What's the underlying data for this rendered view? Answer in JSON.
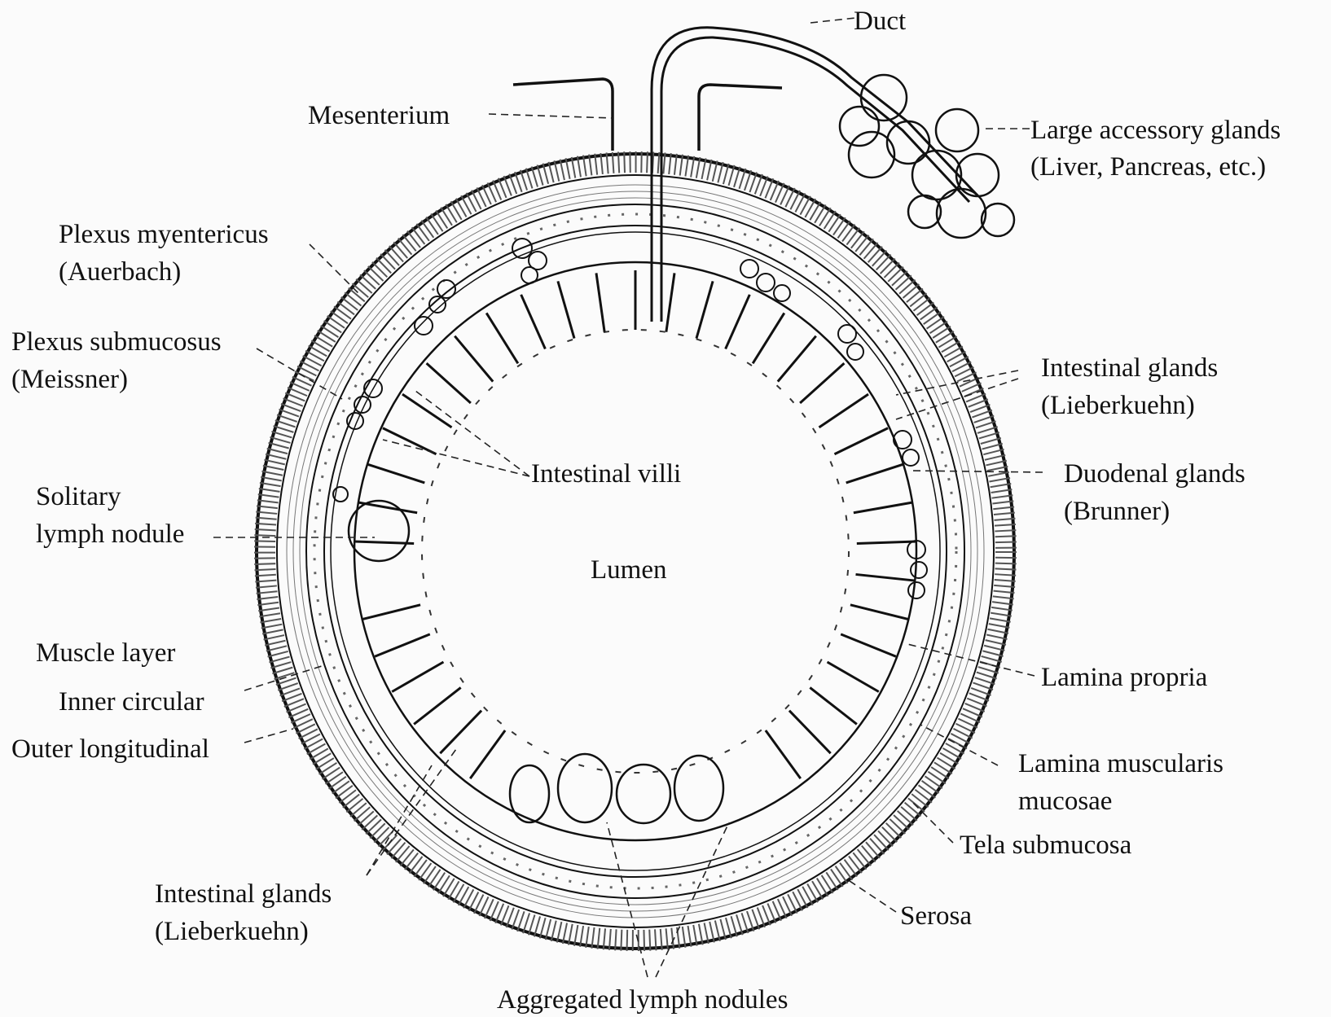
{
  "labels": {
    "duct": "Duct",
    "mesenterium": "Mesenterium",
    "large_glands": "Large accessory glands",
    "large_glands_sub": "(Liver, Pancreas, etc.)",
    "plexus_myentericus": "Plexus myentericus",
    "plexus_myentericus_sub": "(Auerbach)",
    "plexus_submucosus": "Plexus submucosus",
    "plexus_submucosus_sub": "(Meissner)",
    "intestinal_glands_right": "Intestinal glands",
    "intestinal_glands_right_sub": "(Lieberkuehn)",
    "duodenal_glands": "Duodenal glands",
    "duodenal_glands_sub": "(Brunner)",
    "intestinal_villi": "Intestinal villi",
    "solitary": "Solitary",
    "solitary_sub": "lymph nodule",
    "lumen": "Lumen",
    "muscle_layer": "Muscle layer",
    "inner_circular": "Inner circular",
    "outer_longitudinal": "Outer longitudinal",
    "lamina_propria": "Lamina propria",
    "lamina_muscularis": "Lamina muscularis",
    "lamina_muscularis_sub": "mucosae",
    "tela_submucosa": "Tela submucosa",
    "intestinal_glands_bottom": "Intestinal glands",
    "intestinal_glands_bottom_sub": "(Lieberkuehn)",
    "serosa": "Serosa",
    "aggregated": "Aggregated lymph nodules"
  }
}
